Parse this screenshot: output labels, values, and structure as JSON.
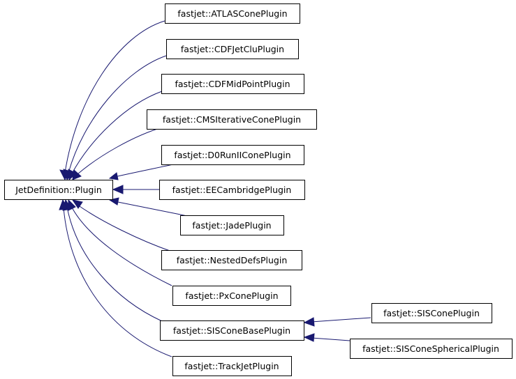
{
  "diagram": {
    "nodes": {
      "plugin": "JetDefinition::Plugin",
      "atlas": "fastjet::ATLASConePlugin",
      "cdfjetclu": "fastjet::CDFJetCluPlugin",
      "cdfmidpoint": "fastjet::CDFMidPointPlugin",
      "cmsiterative": "fastjet::CMSIterativeConePlugin",
      "d0run2": "fastjet::D0RunIIConePlugin",
      "eecambridge": "fastjet::EECambridgePlugin",
      "jade": "fastjet::JadePlugin",
      "nesteddefs": "fastjet::NestedDefsPlugin",
      "pxcone": "fastjet::PxConePlugin",
      "siscone_base": "fastjet::SISConeBasePlugin",
      "trackjet": "fastjet::TrackJetPlugin",
      "siscone": "fastjet::SISConePlugin",
      "siscone_spherical": "fastjet::SISConeSphericalPlugin"
    },
    "edges": [
      {
        "from": "atlas",
        "to": "plugin"
      },
      {
        "from": "cdfjetclu",
        "to": "plugin"
      },
      {
        "from": "cdfmidpoint",
        "to": "plugin"
      },
      {
        "from": "cmsiterative",
        "to": "plugin"
      },
      {
        "from": "d0run2",
        "to": "plugin"
      },
      {
        "from": "eecambridge",
        "to": "plugin"
      },
      {
        "from": "jade",
        "to": "plugin"
      },
      {
        "from": "nesteddefs",
        "to": "plugin"
      },
      {
        "from": "pxcone",
        "to": "plugin"
      },
      {
        "from": "siscone_base",
        "to": "plugin"
      },
      {
        "from": "trackjet",
        "to": "plugin"
      },
      {
        "from": "siscone",
        "to": "siscone_base"
      },
      {
        "from": "siscone_spherical",
        "to": "siscone_base"
      }
    ],
    "colors": {
      "edge": "#191970",
      "node_border": "#000000",
      "node_fill": "#ffffff"
    }
  }
}
